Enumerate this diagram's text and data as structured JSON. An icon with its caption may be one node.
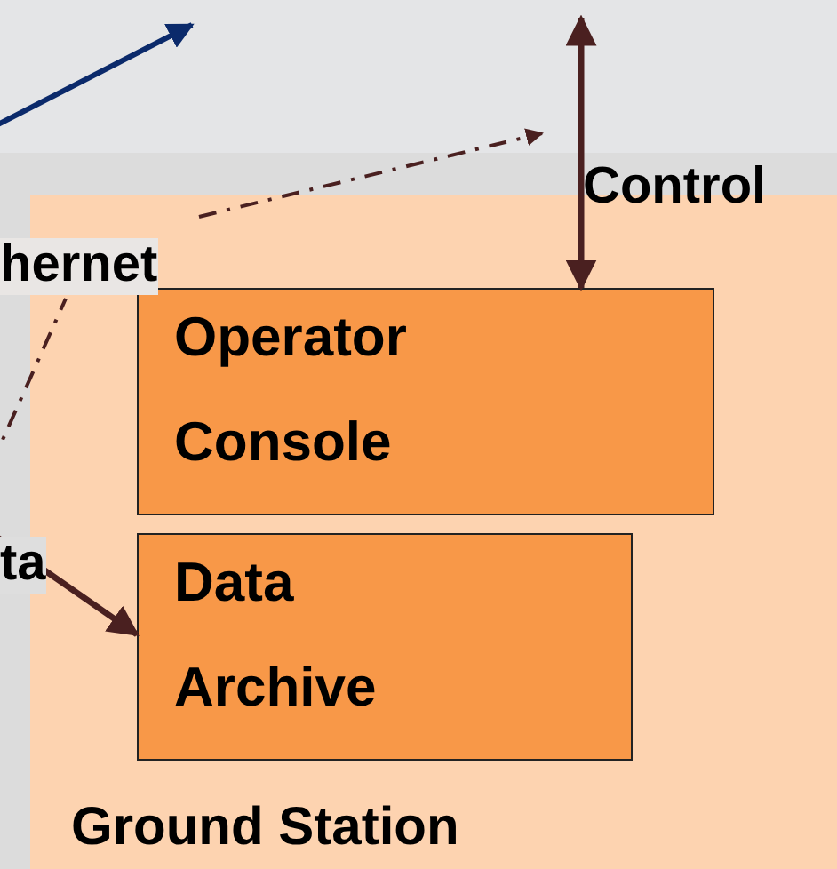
{
  "diagram": {
    "nodes": [
      {
        "text": [
          "Ground Station"
        ]
      },
      {
        "text": [
          "Operator Console"
        ],
        "in": 0
      },
      {
        "text": [
          "Data Archive"
        ],
        "in": 0
      },
      {
        "text": [
          "hernet"
        ]
      }
    ],
    "edges": [
      {
        "from": null,
        "to": 1,
        "arrow": "both",
        "label": "Control"
      },
      {
        "from": null,
        "to": 3,
        "arrow": "none",
        "style": "dashed"
      },
      {
        "from": 3,
        "to": null,
        "arrow": "to",
        "style": "dashed"
      },
      {
        "from": null,
        "to": 2,
        "arrow": "to",
        "label": "ta"
      }
    ]
  }
}
